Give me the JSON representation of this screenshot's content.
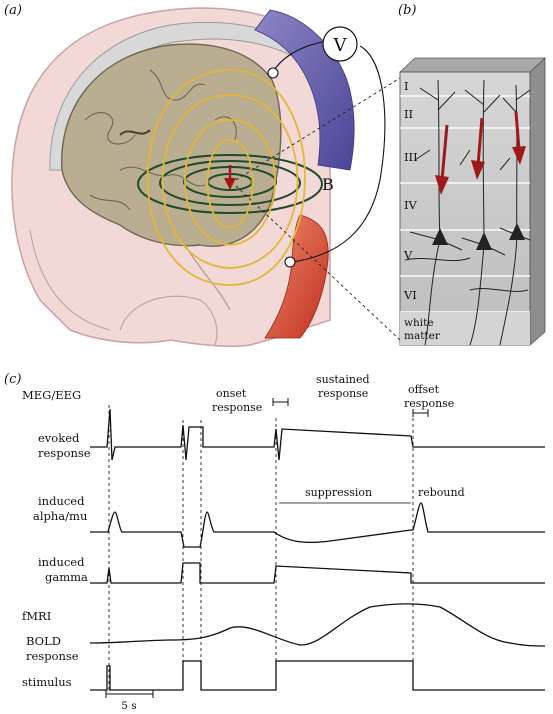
{
  "panels": {
    "a_label": "(a)",
    "b_label": "(b)",
    "c_label": "(c)"
  },
  "panel_a": {
    "voltmeter_label": "V",
    "field_label": "B"
  },
  "panel_b": {
    "layers": [
      "I",
      "II",
      "III",
      "IV",
      "V",
      "VI"
    ],
    "white_matter_line1": "white",
    "white_matter_line2": "matter"
  },
  "panel_c": {
    "measure_meg": "MEG/EEG",
    "rows": {
      "evoked": [
        "evoked",
        "response"
      ],
      "alpha": [
        "induced",
        "alpha/mu"
      ],
      "gamma": [
        "induced",
        "gamma"
      ],
      "fmri": "fMRI",
      "bold": [
        "BOLD",
        "response"
      ],
      "stimulus": "stimulus"
    },
    "annotations": {
      "onset": [
        "onset",
        "response"
      ],
      "sustained": [
        "sustained",
        "response"
      ],
      "offset": [
        "offset",
        "response"
      ],
      "suppression": "suppression",
      "rebound": "rebound"
    },
    "scale_bar": "5 s"
  },
  "colors": {
    "blue_electrode": "#6a63ad",
    "red_electrode": "#d8432f",
    "field_yellow": "#e2b838",
    "field_green": "#1f4a2b",
    "arrow_red": "#a01818"
  }
}
